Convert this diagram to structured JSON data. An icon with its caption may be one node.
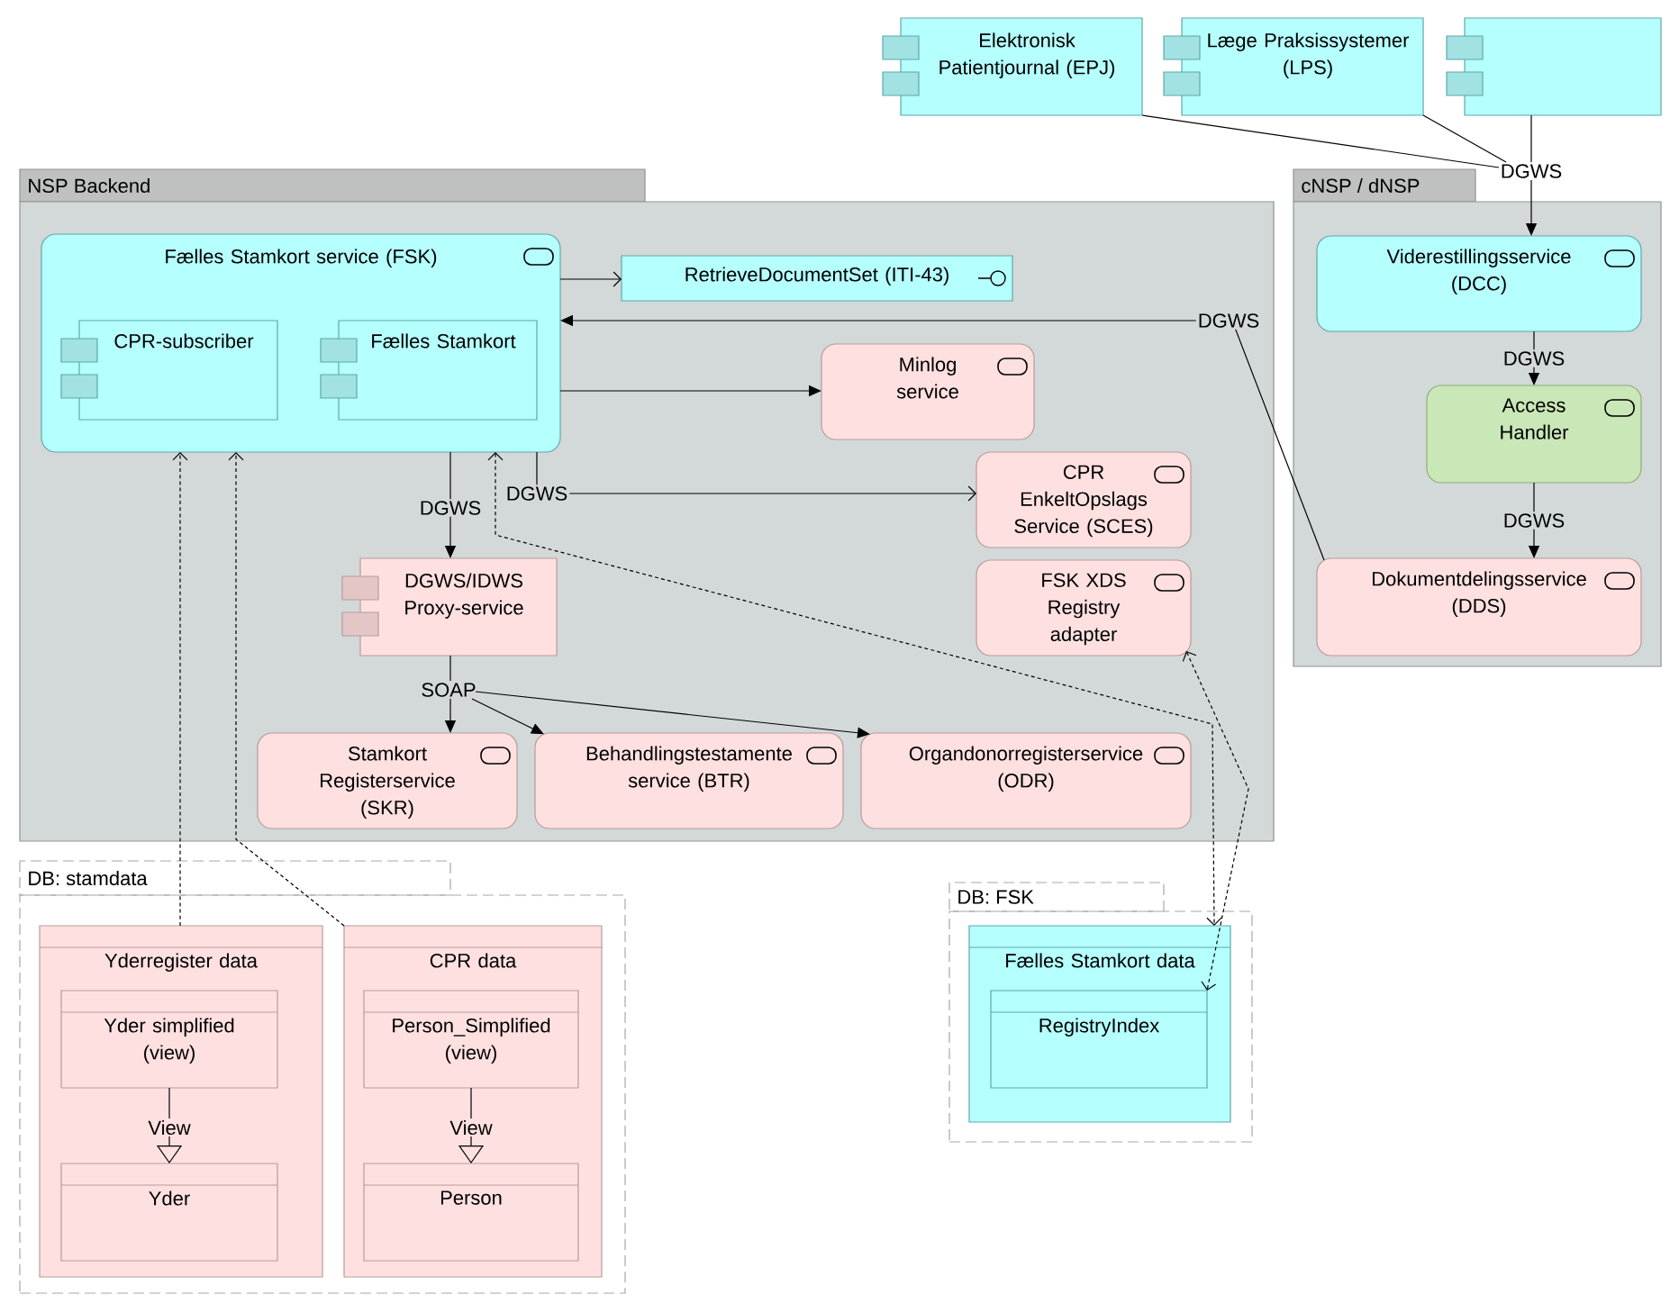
{
  "diagram": {
    "nodes": [
      {
        "text": [
          "Elektronisk Patientjournal (EPJ)"
        ]
      },
      {
        "text": [
          "Læge Praksissystemer (LPS)"
        ]
      },
      {
        "text": [],
        "shape": "box"
      },
      {
        "text": [
          "DGWS"
        ]
      },
      {
        "text": [
          "NSP Backend"
        ]
      },
      {
        "text": [
          "Fælles Stamkort service (FSK)"
        ],
        "in": 4
      },
      {
        "text": [
          "CPR-subscriber"
        ],
        "in": 5
      },
      {
        "text": [
          "Fælles Stamkort"
        ],
        "in": 5
      },
      {
        "text": [
          "RetrieveDocumentSet (ITI-43)"
        ],
        "in": 4
      },
      {
        "text": [
          "Minlog service"
        ],
        "in": 4
      },
      {
        "text": [
          "CPR EnkeltOpslags Service (SCES)"
        ],
        "in": 4
      },
      {
        "text": [
          "FSK XDS Registry adapter"
        ],
        "in": 4
      },
      {
        "text": [
          "DGWS/IDWS Proxy-service"
        ],
        "in": 4
      },
      {
        "text": [
          "SOAP"
        ],
        "in": 4
      },
      {
        "text": [
          "Stamkort Registerservice (SKR)"
        ],
        "in": 4
      },
      {
        "text": [
          "Behandlingstestamente service (BTR)"
        ],
        "in": 4
      },
      {
        "text": [
          "Organdonorregisterservice (ODR)"
        ],
        "in": 4
      },
      {
        "text": [
          "cNSP / dNSP"
        ]
      },
      {
        "text": [
          "Viderestillingsservice (DCC)"
        ],
        "in": 17
      },
      {
        "text": [
          "Access Handler"
        ],
        "in": 17
      },
      {
        "text": [
          "Dokumentdelingsservice (DDS)"
        ],
        "in": 17
      },
      {
        "text": [
          "DB: stamdata"
        ]
      },
      {
        "text": [
          "Yderregister data"
        ],
        "in": 21
      },
      {
        "text": [
          "Yder simplified (view)"
        ],
        "in": 22
      },
      {
        "text": [
          "Yder"
        ],
        "in": 22
      },
      {
        "text": [
          "CPR data"
        ],
        "in": 21
      },
      {
        "text": [
          "Person_Simplified (view)"
        ],
        "in": 25
      },
      {
        "text": [
          "Person"
        ],
        "in": 25
      },
      {
        "text": [
          "DB: FSK"
        ]
      },
      {
        "text": [
          "Fælles Stamkort data"
        ],
        "in": 28
      },
      {
        "text": [
          "RegistryIndex"
        ],
        "in": 29
      }
    ],
    "edges": [
      {
        "from": 0,
        "to": 3,
        "arrow": "none"
      },
      {
        "from": 1,
        "to": 3,
        "arrow": "none"
      },
      {
        "from": 2,
        "to": 3,
        "arrow": "none"
      },
      {
        "from": 3,
        "to": 18,
        "arrow": "to"
      },
      {
        "from": 18,
        "to": 19,
        "arrow": "to",
        "label": "DGWS"
      },
      {
        "from": 19,
        "to": 20,
        "arrow": "to",
        "label": "DGWS"
      },
      {
        "from": 20,
        "to": 5,
        "arrow": "to",
        "label": "DGWS"
      },
      {
        "from": 5,
        "to": 8,
        "arrow": "to"
      },
      {
        "from": 5,
        "to": 9,
        "arrow": "to"
      },
      {
        "from": 5,
        "to": 12,
        "arrow": "to",
        "label": "DGWS"
      },
      {
        "from": 5,
        "to": 10,
        "arrow": "to",
        "label": "DGWS"
      },
      {
        "from": 12,
        "to": 13,
        "arrow": "none"
      },
      {
        "from": 13,
        "to": 14,
        "arrow": "to"
      },
      {
        "from": 13,
        "to": 15,
        "arrow": "to"
      },
      {
        "from": 13,
        "to": 16,
        "arrow": "to"
      },
      {
        "from": 22,
        "to": 5,
        "arrow": "to",
        "style": "dashed"
      },
      {
        "from": 25,
        "to": 5,
        "arrow": "to",
        "style": "dashed"
      },
      {
        "from": 5,
        "to": 29,
        "arrow": "both",
        "style": "dashed"
      },
      {
        "from": 11,
        "to": 30,
        "arrow": "both",
        "style": "dashed"
      },
      {
        "from": 23,
        "to": 24,
        "arrow": "to",
        "label": "View"
      },
      {
        "from": 26,
        "to": 27,
        "arrow": "to",
        "label": "View"
      }
    ]
  }
}
